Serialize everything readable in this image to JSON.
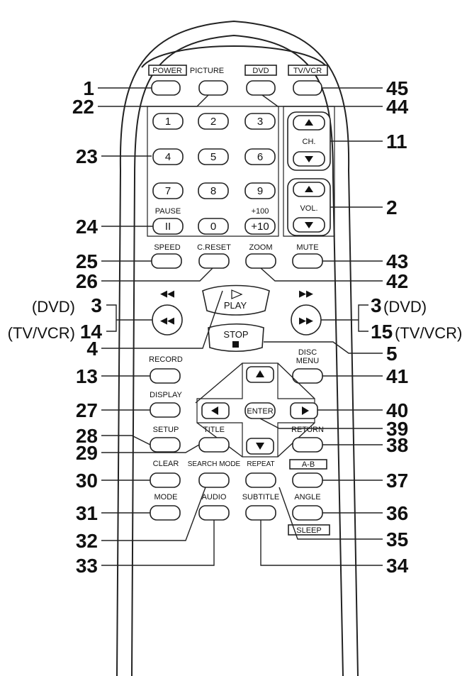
{
  "labels": {
    "power": "POWER",
    "picture": "PICTURE",
    "dvd": "DVD",
    "tvvcr": "TV/VCR",
    "ch": "CH.",
    "vol": "VOL.",
    "pause": "PAUSE",
    "plus100": "+100",
    "plus10": "+10",
    "speed": "SPEED",
    "creset": "C.RESET",
    "zoom": "ZOOM",
    "mute": "MUTE",
    "play": "PLAY",
    "stop": "STOP",
    "record": "RECORD",
    "disc_menu_1": "DISC",
    "disc_menu_2": "MENU",
    "display": "DISPLAY",
    "enter": "ENTER",
    "setup": "SETUP",
    "title": "TITLE",
    "return": "RETURN",
    "clear": "CLEAR",
    "search_mode": "SEARCH MODE",
    "repeat": "REPEAT",
    "ab": "A-B",
    "mode": "MODE",
    "audio": "AUDIO",
    "subtitle": "SUBTITLE",
    "angle": "ANGLE",
    "sleep": "SLEEP"
  },
  "digits": [
    "1",
    "2",
    "3",
    "4",
    "5",
    "6",
    "7",
    "8",
    "9",
    "0"
  ],
  "callouts": {
    "c1": "1",
    "c22": "22",
    "c23": "23",
    "c24": "24",
    "c25": "25",
    "c26": "26",
    "c3l": "3",
    "c14": "14",
    "c4": "4",
    "c13": "13",
    "c27": "27",
    "c28": "28",
    "c29": "29",
    "c30": "30",
    "c31": "31",
    "c32": "32",
    "c33": "33",
    "c45": "45",
    "c44": "44",
    "c11": "11",
    "c2": "2",
    "c43": "43",
    "c42": "42",
    "c3r": "3",
    "c15": "15",
    "c5": "5",
    "c41": "41",
    "c40": "40",
    "c39": "39",
    "c38": "38",
    "c37": "37",
    "c36": "36",
    "c35": "35",
    "c34": "34"
  },
  "modes": {
    "dvd_left": "(DVD)",
    "tvvcr_left": "(TV/VCR)",
    "dvd_right": "(DVD)",
    "tvvcr_right": "(TV/VCR)"
  }
}
